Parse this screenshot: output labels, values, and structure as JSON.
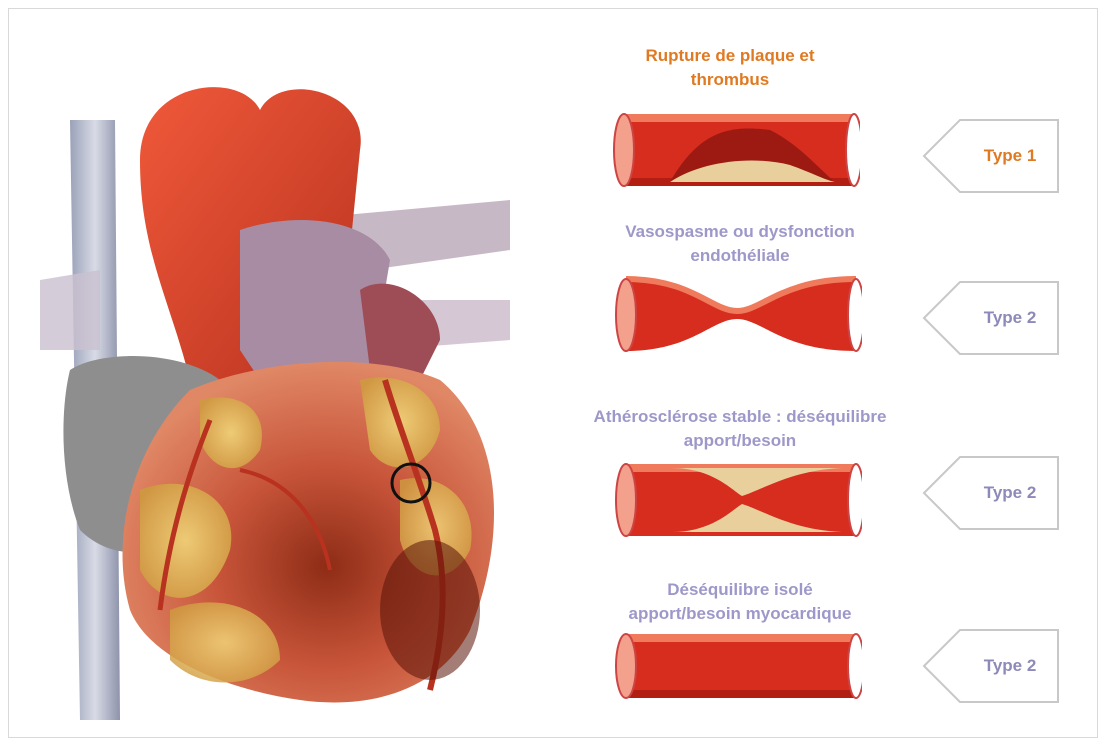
{
  "colors": {
    "orange_label": "#e07a22",
    "purple_label": "#9d98c9",
    "vessel_red": "#d62d1e",
    "plaque": "#e9cf9c",
    "tag_border": "#c8c8c8"
  },
  "rows": [
    {
      "heading": "Rupture de plaque et\nthrombus",
      "tag": "Type 1",
      "vessel": "plaque-rupture"
    },
    {
      "heading": "Vasospasme ou dysfonction\nendothéliale",
      "tag": "Type 2",
      "vessel": "vasospasm"
    },
    {
      "heading": "Athérosclérose stable : déséquilibre\napport/besoin",
      "tag": "Type 2",
      "vessel": "stable-plaque"
    },
    {
      "heading": "Déséquilibre isolé\napport/besoin myocardique",
      "tag": "Type 2",
      "vessel": "normal"
    }
  ]
}
